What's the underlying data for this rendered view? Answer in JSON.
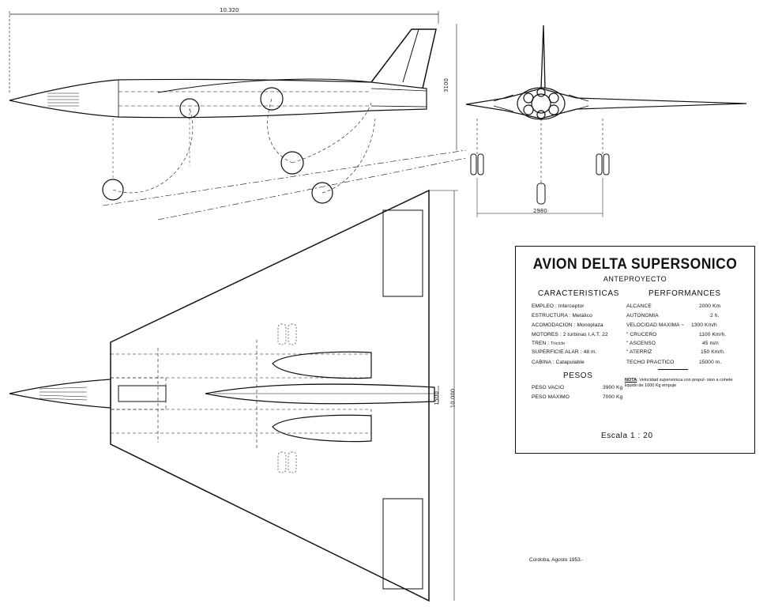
{
  "dimensions": {
    "overall_length": "10.320",
    "height": "3100",
    "track": "2980",
    "fuselage_width": "1500",
    "span": "10.000"
  },
  "title_block": {
    "title": "AVION DELTA SUPERSONICO",
    "subtitle": "ANTEPROYECTO",
    "caracteristicas_heading": "CARACTERISTICAS",
    "caracteristicas": [
      {
        "label": "EMPLEO :",
        "value": "Interceptor"
      },
      {
        "label": "ESTRUCTURA :",
        "value": "Metálico"
      },
      {
        "label": "ACOMODACION :",
        "value": "Monoplaza"
      },
      {
        "label": "MOTORES :",
        "value": "2 turbinas  I.A.T. 22"
      },
      {
        "label": "TREN :",
        "value": "Triciclo"
      },
      {
        "label": "SUPERFICIE  ALAR :",
        "value": "48 m."
      },
      {
        "label": "CABINA :",
        "value": "Catapulable"
      }
    ],
    "pesos_heading": "PESOS",
    "pesos": [
      {
        "label": "PESO  VACIO",
        "value": "3900 Kg"
      },
      {
        "label": "PESO  MAXIMO",
        "value": "7000 Kg"
      }
    ],
    "performances_heading": "PERFORMANCES",
    "performances": [
      {
        "label": "ALCANCE",
        "value": "2000 Km"
      },
      {
        "label": "AUTONOMIA",
        "value": "2 h."
      },
      {
        "label": "VELOCIDAD MAXIMA ~",
        "value": "1300 Km/h"
      },
      {
        "label": "\"        CRUCERO",
        "value": "1100 Km/h."
      },
      {
        "label": "\"        ASCENSO",
        "value": "45 m/n"
      },
      {
        "label": "\"        ATERRIZ",
        "value": "150 Km/h."
      },
      {
        "label": "TECHO  PRACTICO",
        "value": "15000 m."
      }
    ],
    "note_label": "NOTA",
    "note_text": ": Velocidad supersónica con propul- sion a cohete liquido de 1000 Kg empuje",
    "scale": "Escala  1 : 20"
  },
  "footer": {
    "date": "Cordoba,  Agosto  1953.-"
  }
}
